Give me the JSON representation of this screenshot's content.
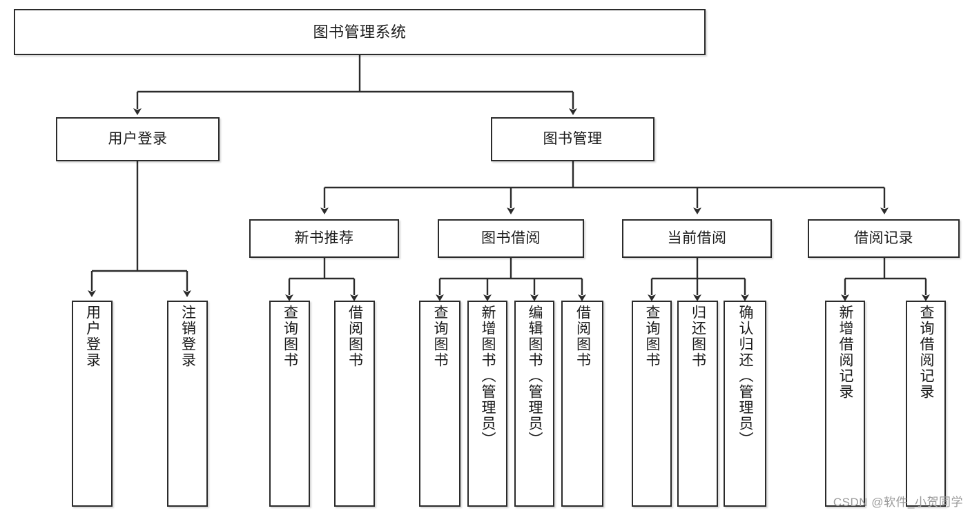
{
  "diagram": {
    "title": "图书管理系统",
    "type": "tree-hierarchy-chart",
    "stroke_color": "#2b2b2b",
    "fill_color": "#ffffff",
    "text_color": "#1a1a1a"
  },
  "nodes": {
    "root": {
      "label": "图书管理系统"
    },
    "level2": {
      "user_login": {
        "label": "用户登录"
      },
      "book_manage": {
        "label": "图书管理"
      }
    },
    "level3": {
      "new_book": {
        "label": "新书推荐"
      },
      "borrow_book": {
        "label": "图书借阅"
      },
      "current_borrow": {
        "label": "当前借阅"
      },
      "borrow_record": {
        "label": "借阅记录"
      }
    },
    "leaves": {
      "user_login": [
        {
          "label": "用户登录"
        },
        {
          "label": "注销登录"
        }
      ],
      "new_book": [
        {
          "label": "查询图书"
        },
        {
          "label": "借阅图书"
        }
      ],
      "borrow_book": [
        {
          "label": "查询图书"
        },
        {
          "label": "新增图书（管理员）"
        },
        {
          "label": "编辑图书（管理员）"
        },
        {
          "label": "借阅图书"
        }
      ],
      "current_borrow": [
        {
          "label": "查询图书"
        },
        {
          "label": "归还图书"
        },
        {
          "label": "确认归还（管理员）"
        }
      ],
      "borrow_record": [
        {
          "label": "新增借阅记录"
        },
        {
          "label": "查询借阅记录"
        }
      ]
    }
  },
  "watermark": {
    "text": "CSDN @软件_小贺同学"
  }
}
